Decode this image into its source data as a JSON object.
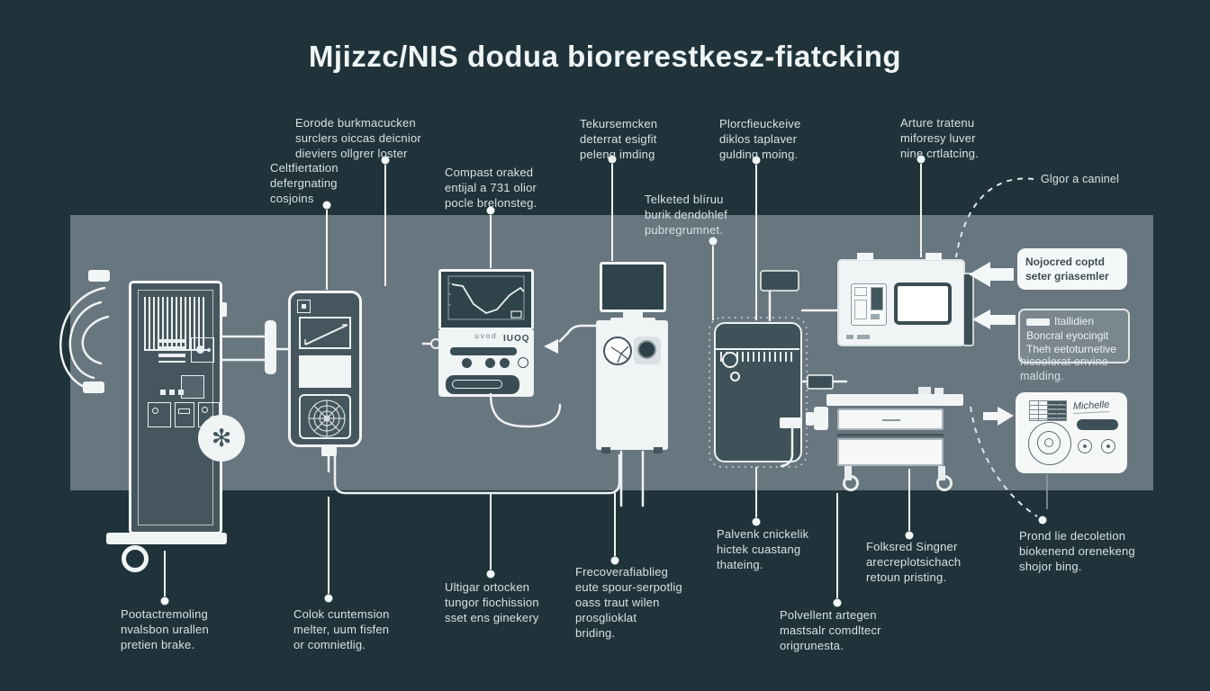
{
  "title": "Mjizzc/NIS dodua biorerestkesz-fiatcking",
  "top_labels": [
    {
      "text": "Eorode burkmacucken\nsurclers oiccas deicnior\ndieviers ollgrer loster"
    },
    {
      "text": "Celtfiertation\ndefergnating\ncosjoins"
    },
    {
      "text": "Compast oraked\nentijal a 731 olior\npocle brelonsteg."
    },
    {
      "text": "Tekursemcken\ndeterrat esigfit\npeleng imding"
    },
    {
      "text": "Plorcfieuckeive\ndiklos taplaver\ngulding moing."
    },
    {
      "text": "Telketed blíruu\nburik dendohlef\npubregrumnet."
    },
    {
      "text": "Arture tratenu\nmiforesy luver\nnine crtlatcing."
    },
    {
      "text": "Glgor a caninel"
    }
  ],
  "bottom_labels": [
    {
      "text": "Pootactremoling\nnvalsbon urallen\npretien brake."
    },
    {
      "text": "Colok cuntemsion\nmelter, uum fisfen\nor comnietlig."
    },
    {
      "text": "Ultigar ortocken\ntungor fiochission\nsset ens ginekery"
    },
    {
      "text": "Frecoverafiablieg\neute spour-serpotlig\noass traut wilen\nprosglioklat\nbriding."
    },
    {
      "text": "Palvenk cnickelik\nhictek cuastang\nthateing."
    },
    {
      "text": "Folksred Singner\narecreplotsichach\nretoun pristing."
    },
    {
      "text": "Polvellent artegen\nmastsalr comdltecr\norigrunesta."
    },
    {
      "text": "Prond lie decoletion\nbiokenend orenekeng\nshojor bing."
    }
  ],
  "callouts": {
    "c1": {
      "text": "Nojocred coptd\nseter griasemler"
    },
    "c2": {
      "title": "Itallidien",
      "body": "Boncral eyocingit\nTheh eetoturnetive",
      "below": "hicoolerat envine\nmalding."
    }
  },
  "device_texts": {
    "console_code": "IUOQ",
    "console_caption": "uvod",
    "card_brand": "Michelle"
  },
  "icons": {
    "snowflake": "✻"
  },
  "colors": {
    "background": "#20333a",
    "band": "#68767f",
    "line_art": "#eef3f4",
    "dark_panel": "#3e5058",
    "label_text": "#d9e1e4",
    "callout_text": "#3d4d55"
  }
}
